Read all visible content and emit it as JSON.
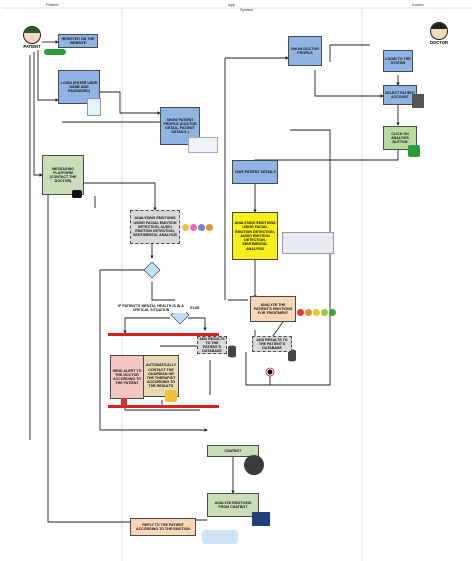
{
  "lanes": {
    "patient": "Patient",
    "system": "System",
    "doctor": "Doctor",
    "top": "App"
  },
  "actors": {
    "patient": "PATIENT",
    "doctor": "DOCTOR"
  },
  "nodes": {
    "register": "REGISTER ON THE WEBSITE",
    "login_patient": "LOGIN (ENTER USER NAME AND PASSWORD)",
    "show_patient_profile": "SHOW PATIENT PROFILE (DOCTOR DETAIL, PATIENT DETAILS )",
    "messaging": "MESSAGING PLATFORM (CONTACT THE DOCTOR)",
    "analyze_patient": "ANALYSING EMOTIONS USING FACIAL EMOTION DETECTION, AUDIO EMOTION DETECTION, SENTIMENTAL ANALYSIS",
    "if_critical": "IF PATIENT'S MENTAL HEALTH IS IN A CRITICAL SITUATION",
    "else": "ELSE",
    "send_alert": "SEND ALERT TO THE DOCTOR ACCORDING TO THE PATIENT",
    "auto_contact": "AUTOMATICALLY CONTACT THE GUARDIAN OR THE THERAPIST ACCORDING TO THE RESULTS",
    "add_results_left": "ADD RESULTS TO THE PATIENT'S DATABASE",
    "show_doctor_profile": "SHOW DOCTOR PROFILE",
    "take_patient_details": "TAKE PATIENT DETAILS",
    "analyze_doctor": "ANALYSING EMOTIONS USING FACIAL EMOTION DETECTION, AUDIO EMOTION DETECTION, SENTIMENTAL ANALYSIS",
    "analyze_reports": "ANALYZE THE PATIENT'S EMOTIONS FOR TREATMENT",
    "add_results_right": "ADD RESULTS TO THE PATIENT'S DATABASE",
    "login_doctor": "LOGIN TO THE SYSTEM",
    "select_patient": "SELECT PATIENT ACCOUNT",
    "click_analysis": "CLICK ON ANALYSIS BUTTON",
    "chatbot": "CHATBOT",
    "analyze_chatbot": "ANALYZE EMOTIONS FROM CHATBOT",
    "reply_chatbot": "REPLY TO THE PATIENT ACCORDING TO THE EMOTION"
  },
  "colors": {
    "blue": "#8fb4e3",
    "blue_dark": "#5a86c6",
    "green": "#b8dba0",
    "green_grey": "#c9ddb9",
    "yellow": "#f7ee1a",
    "peach": "#f8d7b8",
    "pink": "#f4c7c3",
    "tan": "#e9d8b4",
    "grey": "#d9d9d9",
    "red_bar": "#e01f1f",
    "lane_line": "#c0c0c0"
  }
}
